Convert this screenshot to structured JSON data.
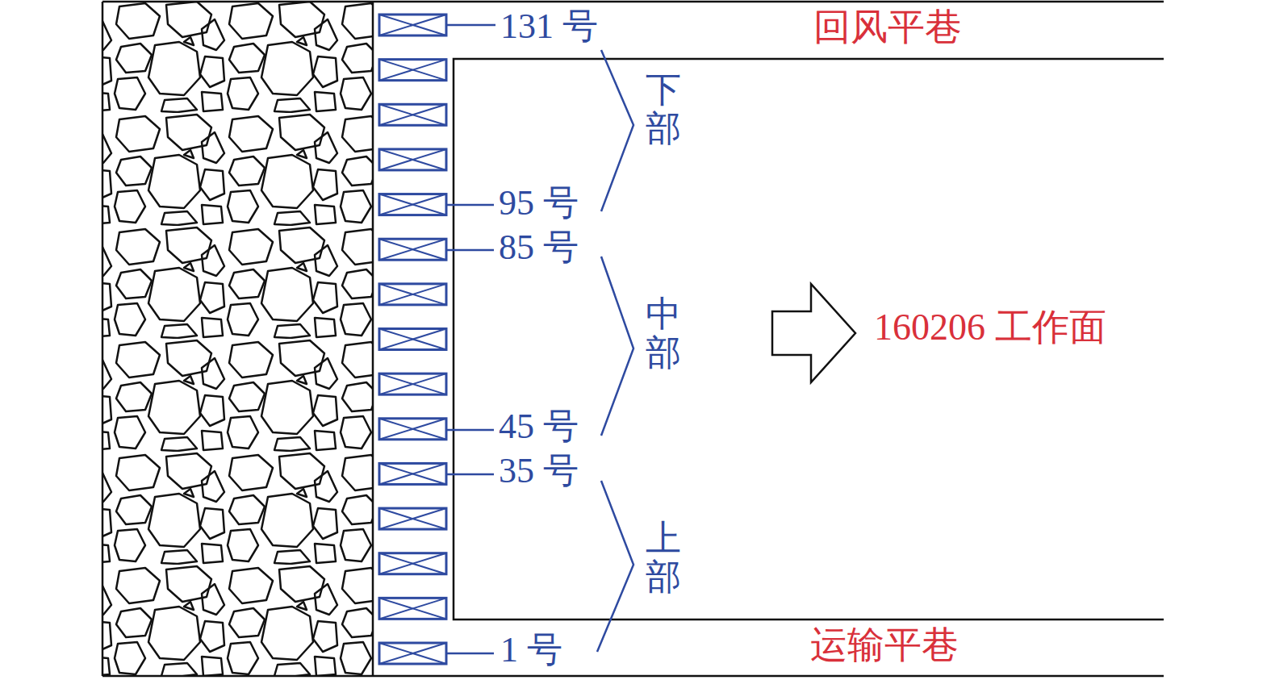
{
  "diagram": {
    "labels": [
      "131 号",
      "回风平巷",
      "下部",
      "95 号",
      "85 号",
      "中部",
      "160206 工作面",
      "45 号",
      "35 号",
      "上部",
      "运输平巷",
      "1 号"
    ]
  }
}
